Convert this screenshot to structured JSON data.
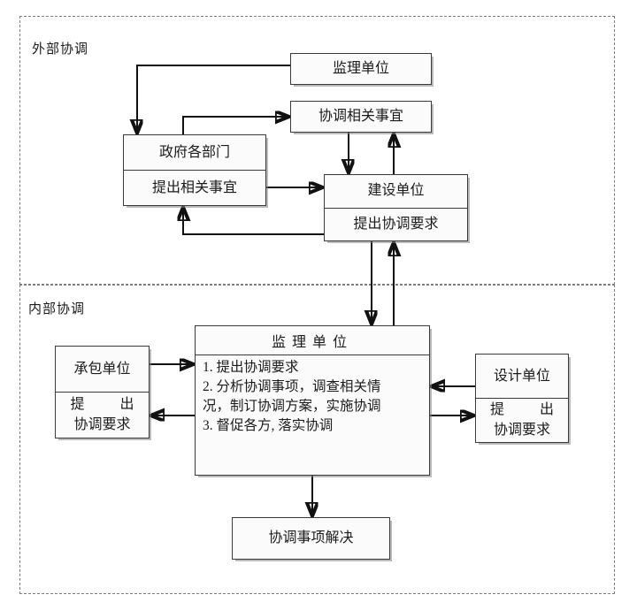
{
  "diagram": {
    "title_external": "外部协调",
    "title_internal": "内部协调",
    "sections": [
      {
        "name": "external",
        "label": "外部协调"
      },
      {
        "name": "internal",
        "label": "内部协调"
      }
    ],
    "nodes": {
      "supervisor_top": {
        "label": "监理单位"
      },
      "coordination_matters": {
        "label": "协调相关事宜"
      },
      "government": {
        "header": "政府各部门",
        "body": "提出相关事宜"
      },
      "construction": {
        "header": "建设单位",
        "body": "提出协调要求"
      },
      "contractor": {
        "header": "承包单位",
        "body_line1": "提 出",
        "body_line2": "协调要求"
      },
      "supervisor_main": {
        "header": "监理单位",
        "item1": "1. 提出协调要求",
        "item2": "2. 分析协调事项，调查相关情",
        "item2_cont": "况，制订协调方案，实施协调",
        "item3": "3. 督促各方, 落实协调"
      },
      "design": {
        "header": "设计单位",
        "body_line1": "提 出",
        "body_line2": "协调要求"
      },
      "resolved": {
        "label": "协调事项解决"
      }
    },
    "colors": {
      "box_border": "#3a3a3a",
      "box_fill": "#fbfbfb",
      "connector": "#111111",
      "section_border": "#7c7c7c",
      "background": "#ffffff"
    }
  }
}
